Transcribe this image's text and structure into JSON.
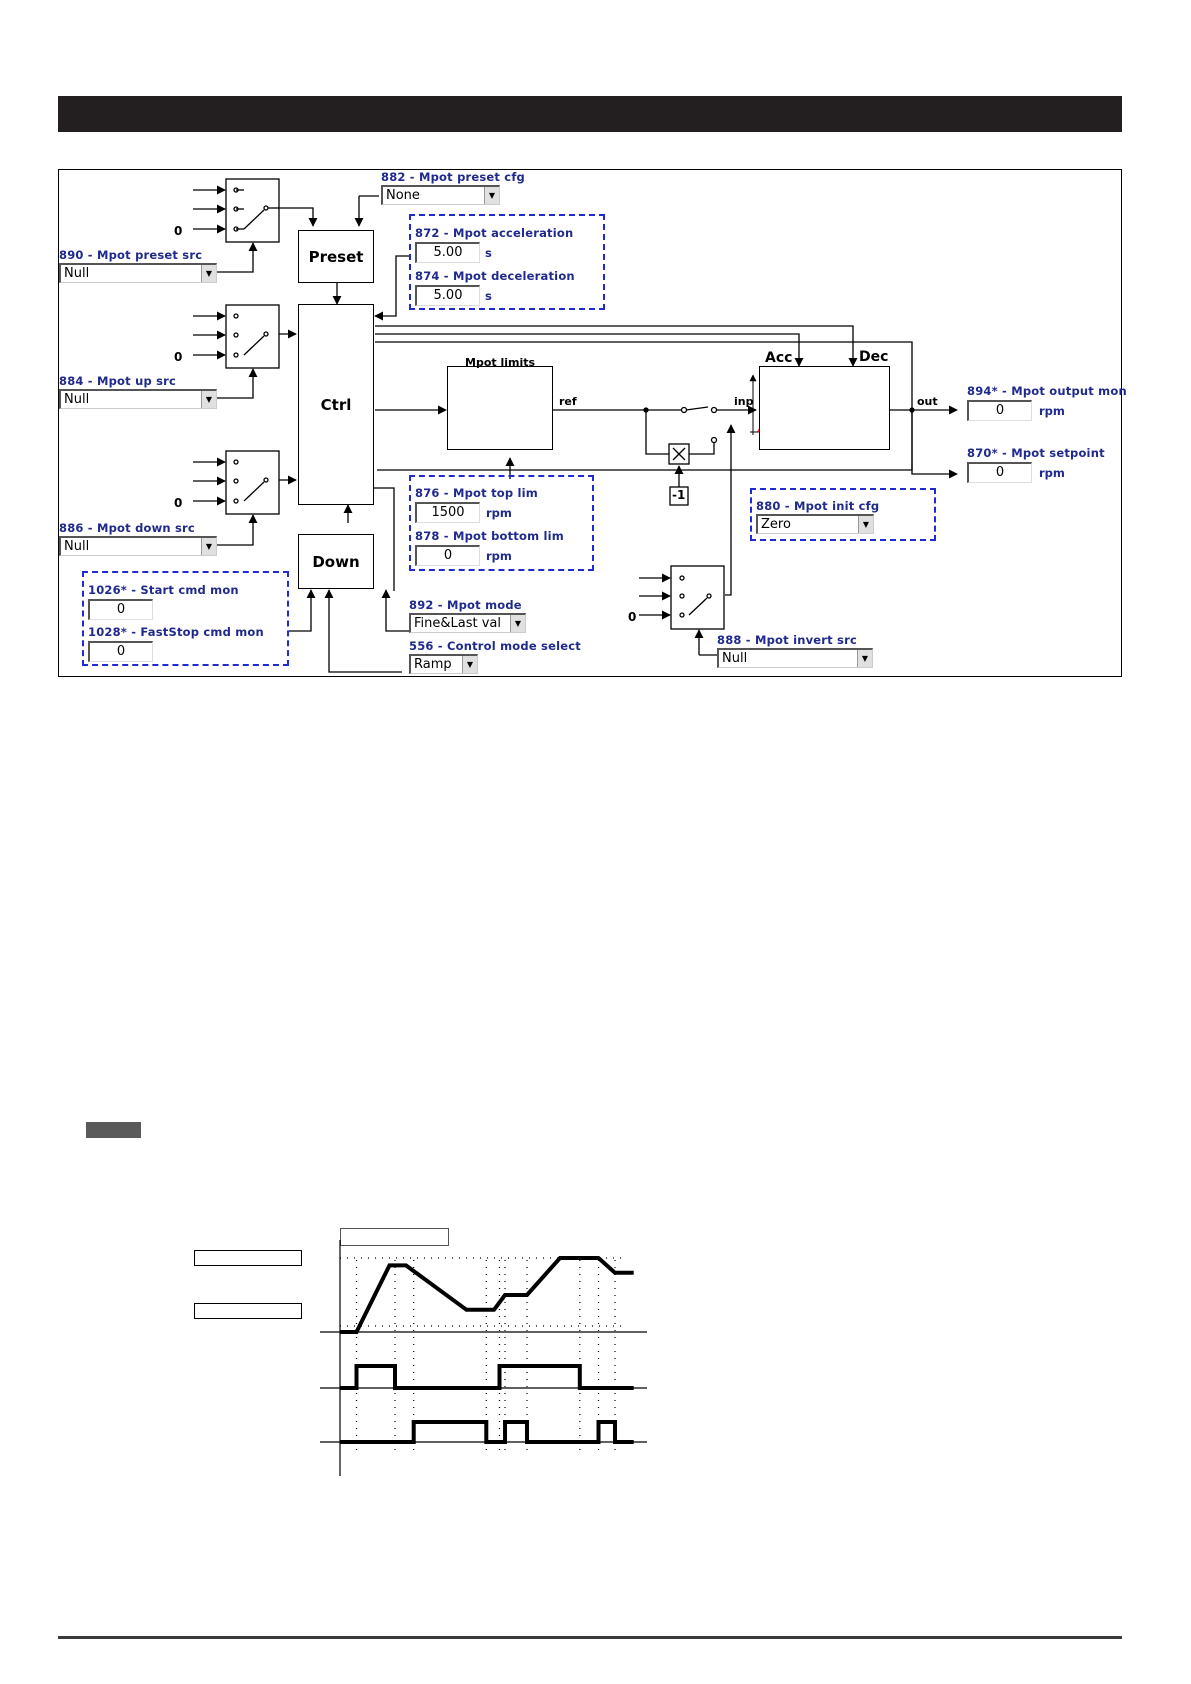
{
  "params": {
    "p882": {
      "label": "882 - Mpot preset cfg",
      "value": "None"
    },
    "p890": {
      "label": "890 - Mpot preset src",
      "value": "Null"
    },
    "p872": {
      "label": "872 - Mpot acceleration",
      "value": "5.00",
      "unit": "s"
    },
    "p874": {
      "label": "874 - Mpot deceleration",
      "value": "5.00",
      "unit": "s"
    },
    "p884": {
      "label": "884 - Mpot up src",
      "value": "Null"
    },
    "p886": {
      "label": "886 - Mpot down src",
      "value": "Null"
    },
    "p876": {
      "label": "876 - Mpot top lim",
      "value": "1500",
      "unit": "rpm"
    },
    "p878": {
      "label": "878 - Mpot bottom lim",
      "value": "0",
      "unit": "rpm"
    },
    "p894": {
      "label": "894* - Mpot output mon",
      "value": "0",
      "unit": "rpm"
    },
    "p870": {
      "label": "870* - Mpot setpoint",
      "value": "0",
      "unit": "rpm"
    },
    "p880": {
      "label": "880 - Mpot init cfg",
      "value": "Zero"
    },
    "p1026": {
      "label": "1026* - Start cmd mon",
      "value": "0"
    },
    "p1028": {
      "label": "1028* - FastStop cmd mon",
      "value": "0"
    },
    "p892": {
      "label": "892 - Mpot mode",
      "value": "Fine&Last val"
    },
    "p556": {
      "label": "556 - Control mode select",
      "value": "Ramp"
    },
    "p888": {
      "label": "888 - Mpot invert src",
      "value": "Null"
    }
  },
  "blocks": {
    "preset": "Preset",
    "ctrl": "Ctrl",
    "down": "Down",
    "mpot_limits": "Mpot limits",
    "acc": "Acc",
    "dec": "Dec",
    "minus_one": "-1"
  },
  "signals": {
    "ref": "ref",
    "inp": "inp",
    "out": "out",
    "zero": "0"
  },
  "waveform": {
    "speed": [
      [
        0,
        0
      ],
      [
        15,
        0
      ],
      [
        45,
        0.9
      ],
      [
        60,
        0.9
      ],
      [
        115,
        0.3
      ],
      [
        140,
        0.3
      ],
      [
        150,
        0.5
      ],
      [
        170,
        0.5
      ],
      [
        200,
        1
      ],
      [
        235,
        1
      ],
      [
        250,
        0.8
      ],
      [
        267,
        0.8
      ]
    ],
    "up": [
      [
        0,
        0
      ],
      [
        15,
        0
      ],
      [
        15,
        1
      ],
      [
        50,
        1
      ],
      [
        50,
        0
      ],
      [
        145,
        0
      ],
      [
        145,
        1
      ],
      [
        218,
        1
      ],
      [
        218,
        0
      ],
      [
        267,
        0
      ]
    ],
    "down": [
      [
        0,
        0
      ],
      [
        67,
        0
      ],
      [
        67,
        1
      ],
      [
        133,
        1
      ],
      [
        133,
        0
      ],
      [
        150,
        0
      ],
      [
        150,
        1
      ],
      [
        170,
        1
      ],
      [
        170,
        0
      ],
      [
        235,
        0
      ],
      [
        235,
        1
      ],
      [
        250,
        1
      ],
      [
        250,
        0
      ],
      [
        267,
        0
      ]
    ]
  }
}
